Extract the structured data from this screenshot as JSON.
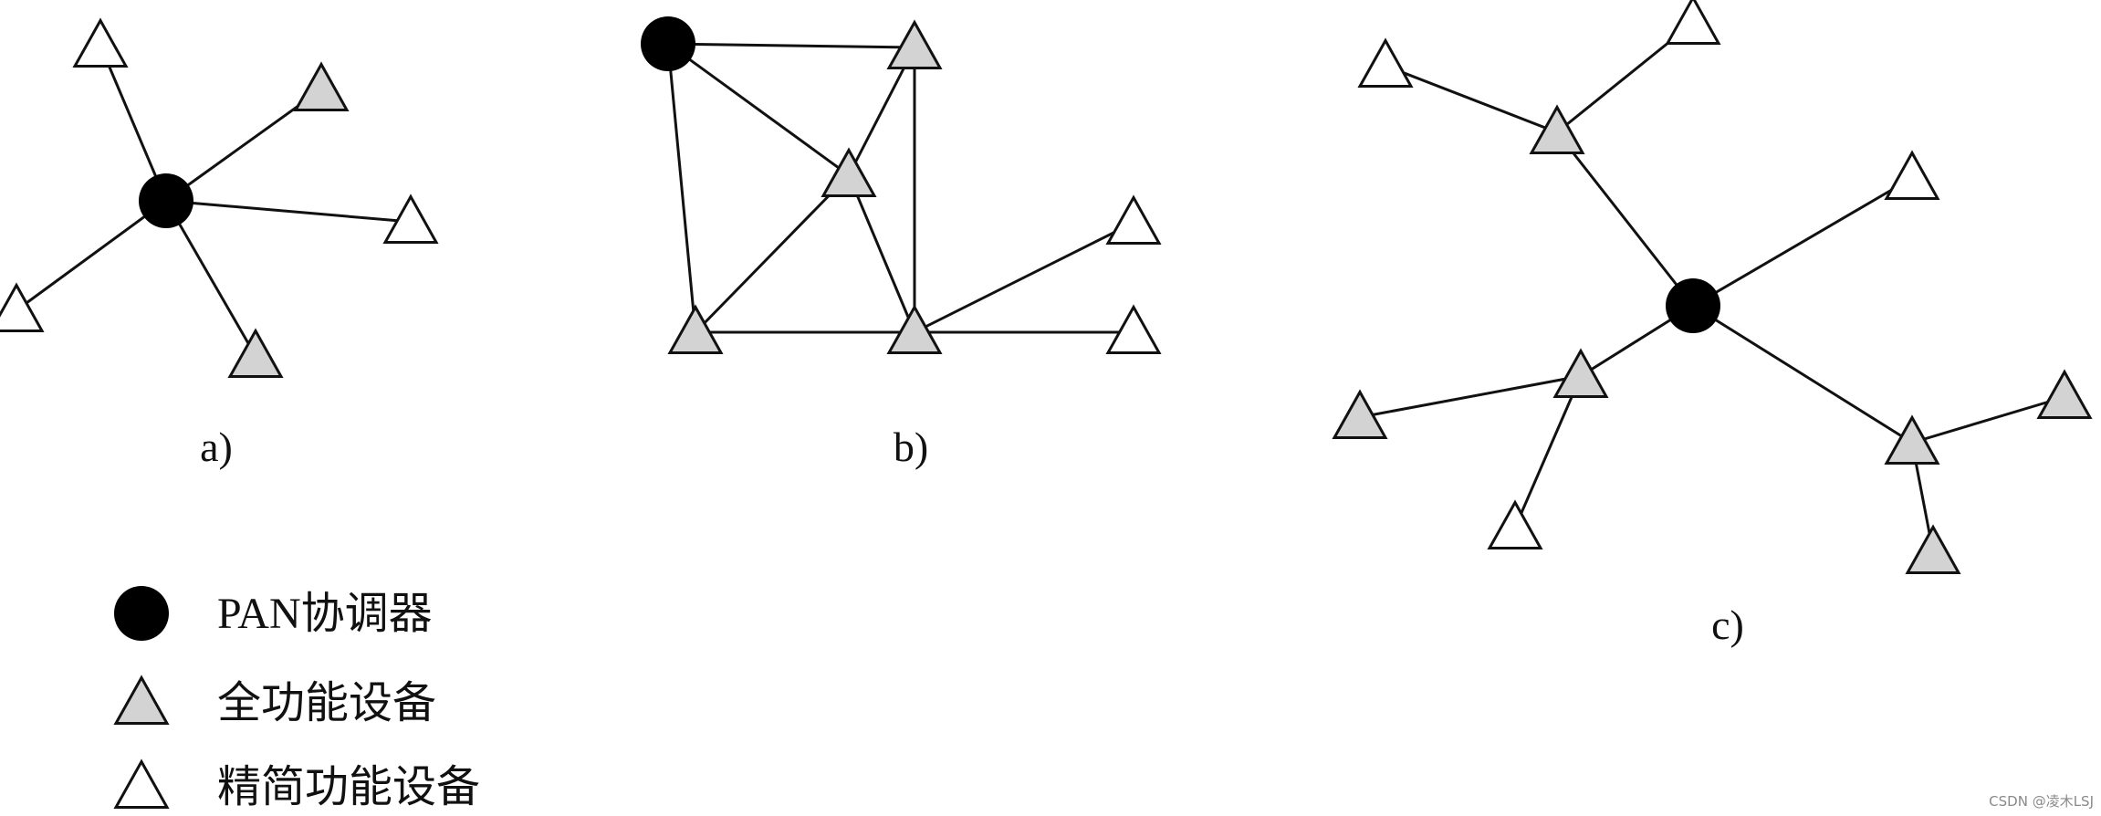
{
  "colors": {
    "background": "#ffffff",
    "line": "#111111",
    "coordinator": "#000000",
    "full_function_fill": "#d3d3d3",
    "reduced_function_fill": "#ffffff",
    "watermark": "#8a8a8a"
  },
  "diagrams": [
    {
      "id": "a",
      "label": "a)",
      "topology": "star",
      "nodes": [
        {
          "id": "pan",
          "type": "coordinator"
        },
        {
          "id": "a1",
          "type": "reduced"
        },
        {
          "id": "a2",
          "type": "full"
        },
        {
          "id": "a3",
          "type": "reduced"
        },
        {
          "id": "a4",
          "type": "reduced"
        },
        {
          "id": "a5",
          "type": "full"
        }
      ],
      "edges": [
        [
          "pan",
          "a1"
        ],
        [
          "pan",
          "a2"
        ],
        [
          "pan",
          "a3"
        ],
        [
          "pan",
          "a4"
        ],
        [
          "pan",
          "a5"
        ]
      ]
    },
    {
      "id": "b",
      "label": "b)",
      "topology": "mesh",
      "nodes": [
        {
          "id": "pan",
          "type": "coordinator"
        },
        {
          "id": "b1",
          "type": "full"
        },
        {
          "id": "b2",
          "type": "full"
        },
        {
          "id": "b3",
          "type": "full"
        },
        {
          "id": "b4",
          "type": "full"
        },
        {
          "id": "b5",
          "type": "reduced"
        },
        {
          "id": "b6",
          "type": "reduced"
        }
      ],
      "edges": [
        [
          "pan",
          "b1"
        ],
        [
          "pan",
          "b2"
        ],
        [
          "pan",
          "b3"
        ],
        [
          "b1",
          "b2"
        ],
        [
          "b1",
          "b4"
        ],
        [
          "b2",
          "b3"
        ],
        [
          "b2",
          "b4"
        ],
        [
          "b3",
          "b4"
        ],
        [
          "b4",
          "b5"
        ],
        [
          "b4",
          "b6"
        ]
      ]
    },
    {
      "id": "c",
      "label": "c)",
      "topology": "cluster-tree",
      "nodes": [
        {
          "id": "pan",
          "type": "coordinator"
        },
        {
          "id": "c1",
          "type": "full"
        },
        {
          "id": "c2",
          "type": "reduced"
        },
        {
          "id": "c3",
          "type": "reduced"
        },
        {
          "id": "c4",
          "type": "reduced"
        },
        {
          "id": "c5",
          "type": "full"
        },
        {
          "id": "c6",
          "type": "full"
        },
        {
          "id": "c7",
          "type": "reduced"
        },
        {
          "id": "c8",
          "type": "full"
        },
        {
          "id": "c9",
          "type": "full"
        },
        {
          "id": "c10",
          "type": "full"
        }
      ],
      "edges": [
        [
          "c1",
          "c2"
        ],
        [
          "c1",
          "c3"
        ],
        [
          "c1",
          "pan"
        ],
        [
          "pan",
          "c4"
        ],
        [
          "pan",
          "c5"
        ],
        [
          "c5",
          "c6"
        ],
        [
          "c5",
          "c7"
        ],
        [
          "pan",
          "c8"
        ],
        [
          "c8",
          "c9"
        ],
        [
          "c8",
          "c10"
        ]
      ]
    }
  ],
  "legend": [
    {
      "symbol": "coordinator",
      "label": "PAN协调器"
    },
    {
      "symbol": "full",
      "label": "全功能设备"
    },
    {
      "symbol": "reduced",
      "label": "精简功能设备"
    }
  ],
  "watermark": "CSDN @凌木LSJ"
}
